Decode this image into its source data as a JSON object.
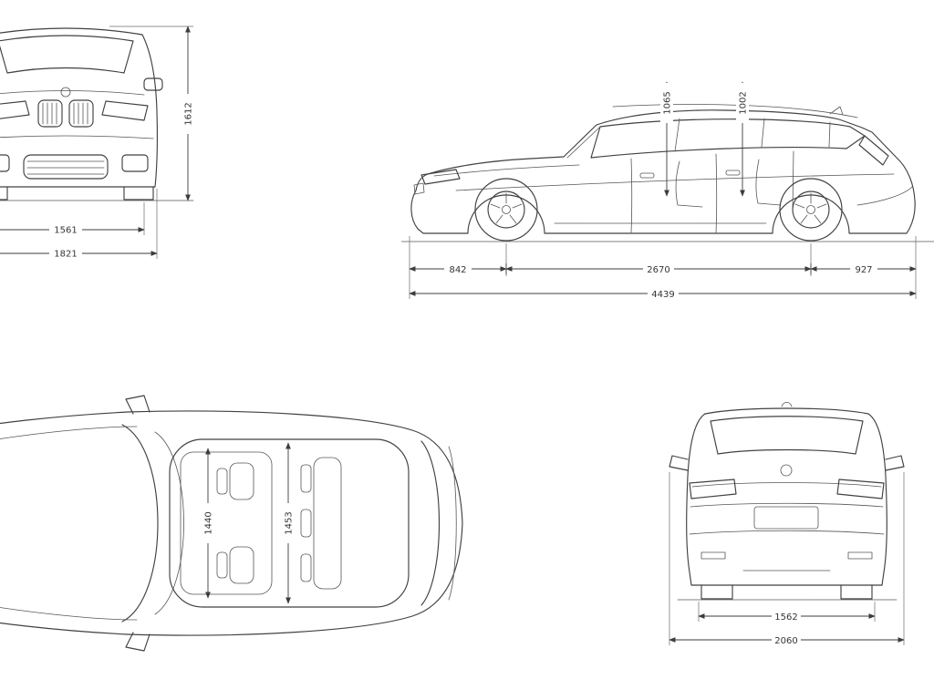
{
  "meta": {
    "line_color": "#414141",
    "dim_color": "#3c3c3c",
    "background": "#ffffff"
  },
  "views": {
    "front": {
      "height": "1612",
      "track": "1561",
      "width": "1821"
    },
    "side": {
      "front_overhang": "842",
      "wheelbase": "2670",
      "rear_overhang": "927",
      "length": "4439",
      "interior_front": "1065",
      "interior_rear": "1002"
    },
    "top": {
      "interior_front": "1440",
      "interior_rear": "1453"
    },
    "rear": {
      "track": "1562",
      "width_mirrors": "2060"
    }
  }
}
